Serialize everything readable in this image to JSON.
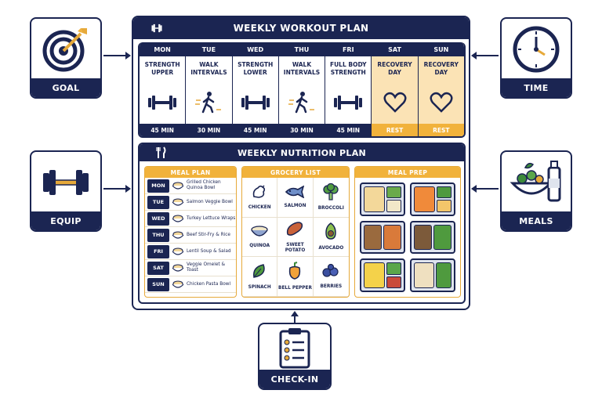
{
  "side": {
    "goal": {
      "label": "GOAL",
      "icon": "target-arrow-icon"
    },
    "time": {
      "label": "TIME",
      "icon": "clock-icon"
    },
    "equip": {
      "label": "EQUIP",
      "icon": "dumbbell-icon"
    },
    "meals": {
      "label": "MEALS",
      "icon": "salad-bottle-icon"
    },
    "checkin": {
      "label": "CHECK-IN",
      "icon": "clipboard-checklist-icon"
    }
  },
  "workout": {
    "title": "WEEKLY WORKOUT PLAN",
    "days": [
      {
        "day": "MON",
        "name": "STRENGTH UPPER",
        "icon": "dumbbell",
        "duration": "45 MIN",
        "rest": false
      },
      {
        "day": "TUE",
        "name": "WALK INTERVALS",
        "icon": "walk",
        "duration": "30 MIN",
        "rest": false
      },
      {
        "day": "WED",
        "name": "STRENGTH LOWER",
        "icon": "dumbbell",
        "duration": "45 MIN",
        "rest": false
      },
      {
        "day": "THU",
        "name": "WALK INTERVALS",
        "icon": "walk",
        "duration": "30 MIN",
        "rest": false
      },
      {
        "day": "FRI",
        "name": "FULL BODY STRENGTH",
        "icon": "dumbbell",
        "duration": "45 MIN",
        "rest": false
      },
      {
        "day": "SAT",
        "name": "RECOVERY DAY",
        "icon": "heart",
        "duration": "REST",
        "rest": true
      },
      {
        "day": "SUN",
        "name": "RECOVERY DAY",
        "icon": "heart",
        "duration": "REST",
        "rest": true
      }
    ]
  },
  "nutrition": {
    "title": "WEEKLY NUTRITION PLAN",
    "meal_plan": {
      "title": "MEAL PLAN",
      "rows": [
        {
          "day": "MON",
          "meal": "Grilled Chicken Quinoa Bowl"
        },
        {
          "day": "TUE",
          "meal": "Salmon Veggie Bowl"
        },
        {
          "day": "WED",
          "meal": "Turkey Lettuce Wraps"
        },
        {
          "day": "THU",
          "meal": "Beef Stir-Fry & Rice"
        },
        {
          "day": "FRI",
          "meal": "Lentil Soup & Salad"
        },
        {
          "day": "SAT",
          "meal": "Veggie Omelet & Toast"
        },
        {
          "day": "SUN",
          "meal": "Chicken Pasta Bowl"
        }
      ]
    },
    "grocery": {
      "title": "GROCERY LIST",
      "items": [
        {
          "name": "CHICKEN",
          "icon": "chicken"
        },
        {
          "name": "SALMON",
          "icon": "fish"
        },
        {
          "name": "BROCCOLI",
          "icon": "broccoli"
        },
        {
          "name": "QUINOA",
          "icon": "bowl"
        },
        {
          "name": "SWEET POTATO",
          "icon": "potato"
        },
        {
          "name": "AVOCADO",
          "icon": "avocado"
        },
        {
          "name": "SPINACH",
          "icon": "leaf"
        },
        {
          "name": "BELL PEPPER",
          "icon": "pepper"
        },
        {
          "name": "BERRIES",
          "icon": "berries"
        }
      ]
    },
    "meal_prep": {
      "title": "MEAL PREP"
    }
  },
  "colors": {
    "navy": "#1b2552",
    "orange": "#f1b23b",
    "rest_bg": "#fbe3b5"
  }
}
